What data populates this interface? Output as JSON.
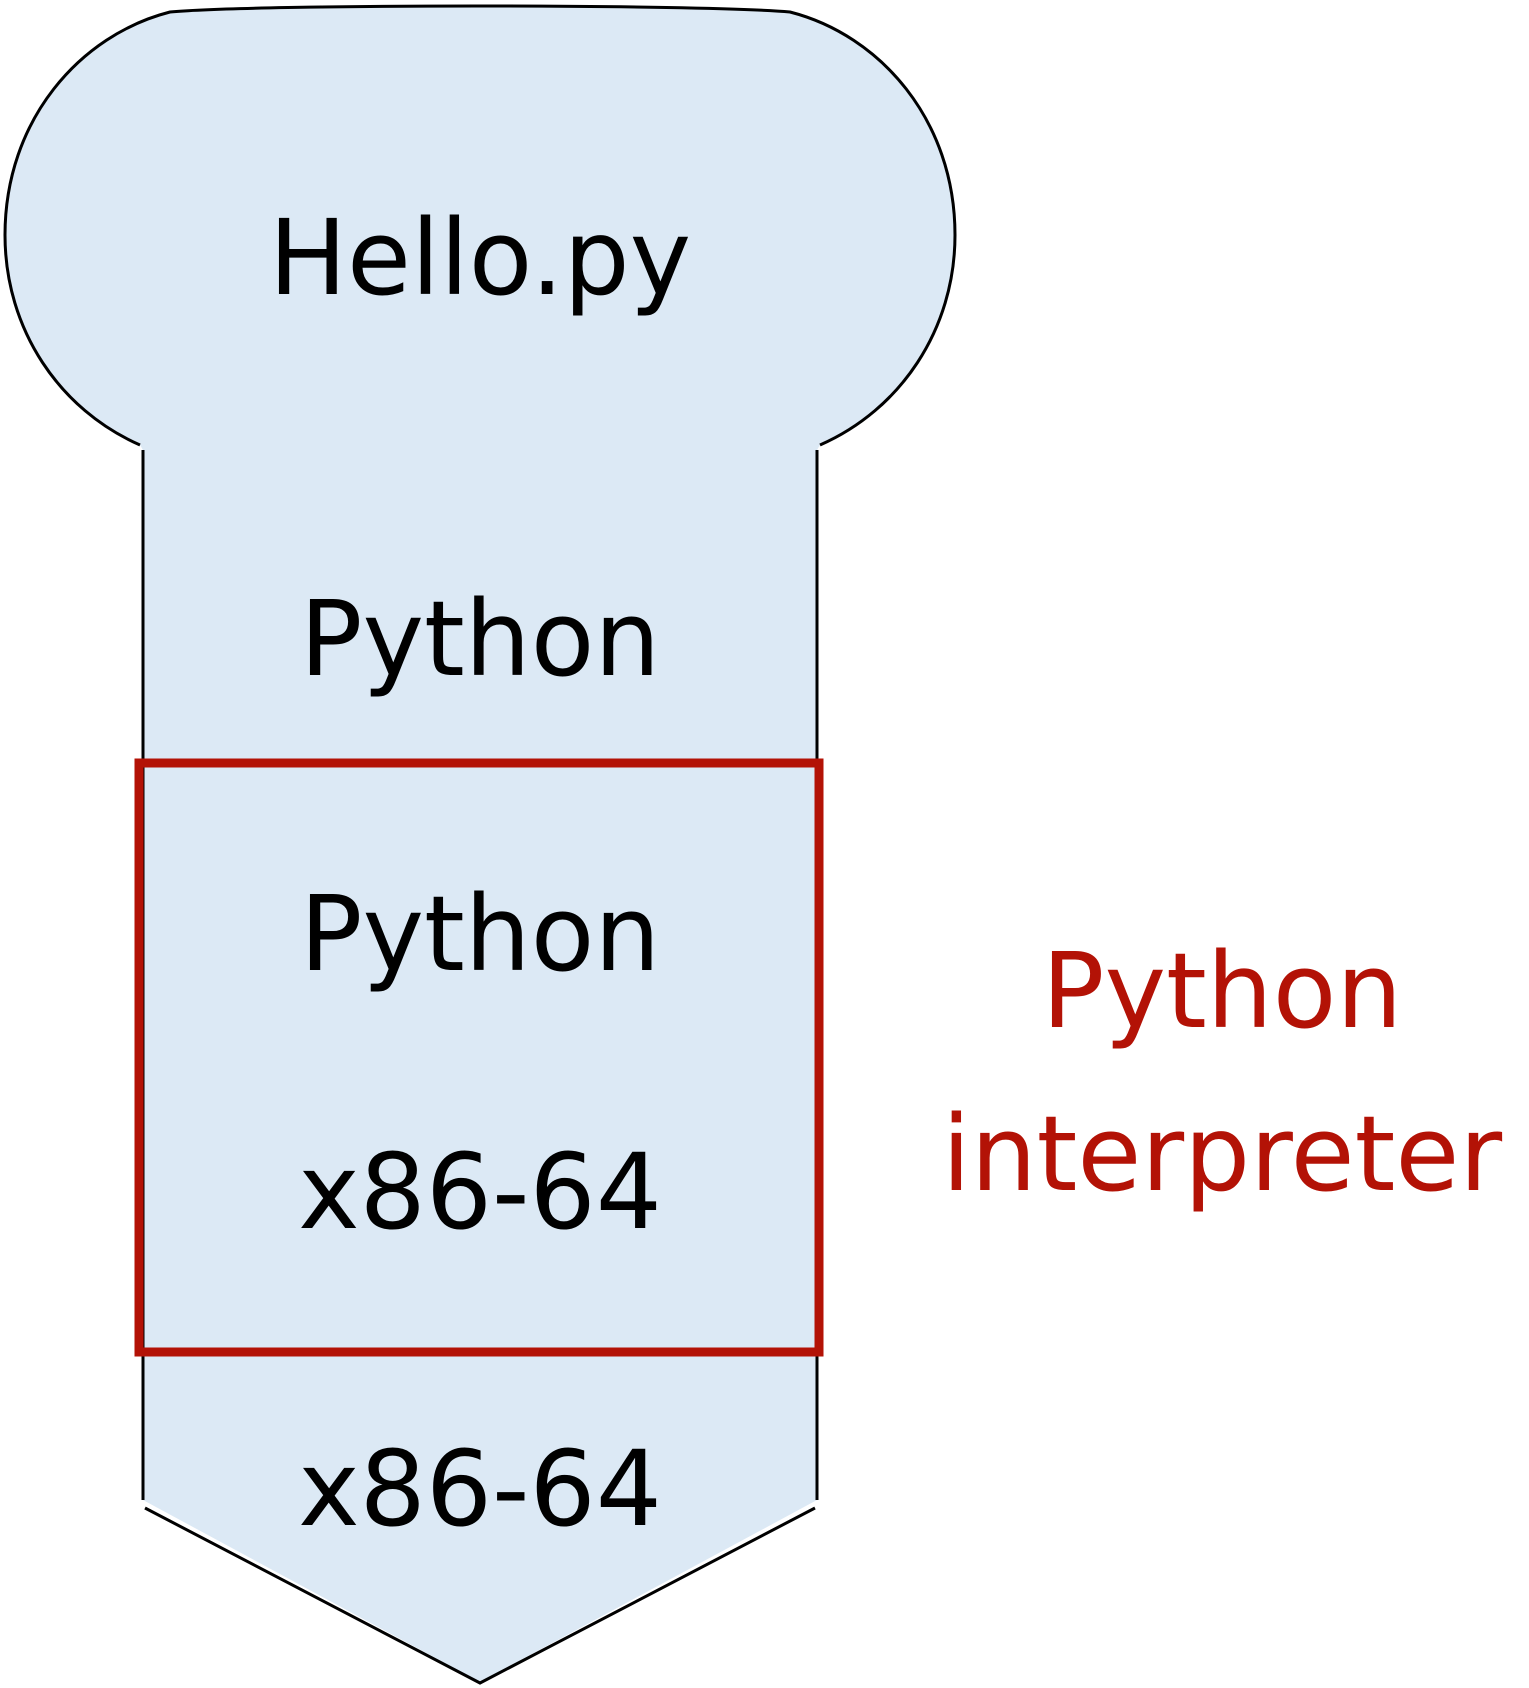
{
  "diagram": {
    "title_block": {
      "label": "Hello.py"
    },
    "layers": [
      {
        "label": "Python"
      },
      {
        "label": "Python"
      },
      {
        "label": "x86-64"
      },
      {
        "label": "x86-64"
      }
    ],
    "callout": {
      "line1": "Python",
      "line2": "interpreter"
    }
  },
  "colors": {
    "shape_fill": "#dce9f5",
    "shape_stroke": "#000000",
    "highlight": "#b31206",
    "text": "#000000"
  }
}
